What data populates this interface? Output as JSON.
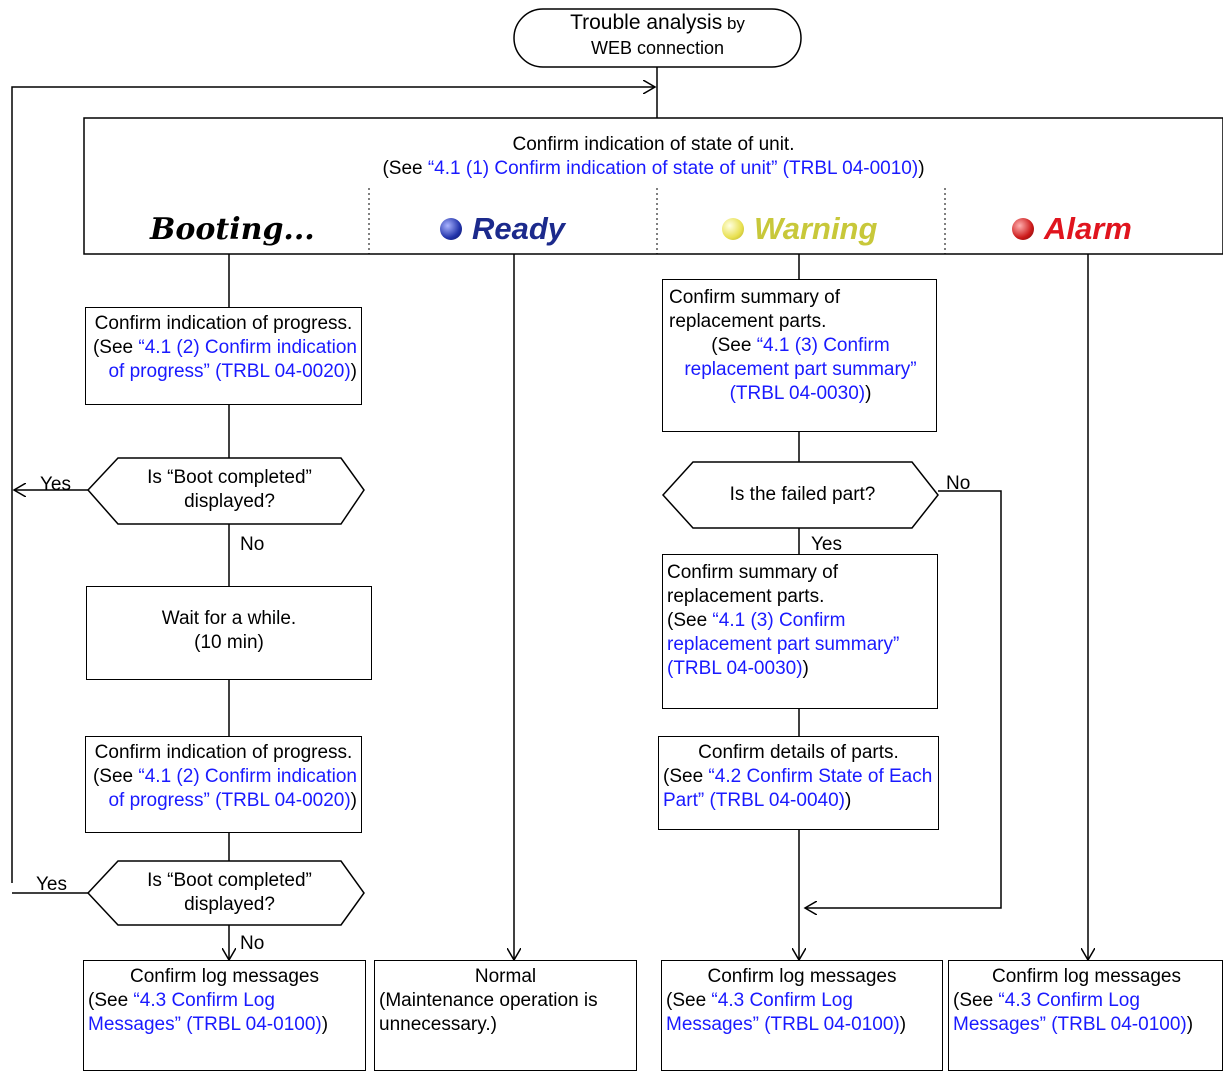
{
  "start": {
    "line1a": "Trouble analysis",
    "line1b": " by",
    "line2": "WEB connection"
  },
  "top": {
    "title": "Confirm indication of state of unit.",
    "see_pre": "(See ",
    "see_link": "“4.1 (1)  Confirm indication of state of unit” (TRBL 04-0010)",
    "see_post": ")"
  },
  "states": {
    "booting": "Booting...",
    "ready": "Ready",
    "warning": "Warning",
    "alarm": "Alarm"
  },
  "colors": {
    "link": "#1a1aff",
    "ready_text": "#1c2a8c",
    "warning_text": "#c8c83a",
    "alarm_text": "#e0141e",
    "ready_dot": "#2233aa",
    "warning_dot": "#e8e050",
    "alarm_dot": "#cc1a1a"
  },
  "booting": {
    "progress1": {
      "l1": "Confirm indication of progress.",
      "pre": "(See ",
      "link": "“4.1 (2)  Confirm indication of progress” (TRBL 04-0020)",
      "post": ")"
    },
    "decision1": {
      "l1": "Is “Boot completed”",
      "l2": "displayed?",
      "yes": "Yes",
      "no": "No"
    },
    "wait": {
      "l1": "Wait for a while.",
      "l2": "(10 min)"
    },
    "progress2": {
      "l1": "Confirm indication of progress.",
      "pre": "(See ",
      "link": "“4.1 (2)  Confirm indication of progress” (TRBL 04-0020)",
      "post": ")"
    },
    "decision2": {
      "l1": "Is “Boot completed”",
      "l2": "displayed?",
      "yes": "Yes",
      "no": "No"
    }
  },
  "warning": {
    "summary1": {
      "l1": "Confirm summary of",
      "l2": "replacement parts.",
      "pre": "(See ",
      "link": "“4.1 (3)  Confirm replacement part summary” (TRBL 04-0030)",
      "post": ")"
    },
    "decision": {
      "text": "Is the failed part?",
      "yes": "Yes",
      "no": "No"
    },
    "summary2": {
      "l1": "Confirm summary of",
      "l2": "replacement parts.",
      "pre": "(See ",
      "link": "“4.1 (3)  Confirm replacement part summary” (TRBL 04-0030)",
      "post": ")"
    },
    "details": {
      "l1": "Confirm details of parts.",
      "pre": "(See ",
      "link": "“4.2  Confirm State of Each Part” (TRBL 04-0040)",
      "post": ")"
    }
  },
  "bottom": {
    "log": {
      "title": "Confirm log messages",
      "pre": "(See ",
      "link": "“4.3  Confirm Log Messages” (TRBL 04-0100)",
      "post": ")"
    },
    "normal": {
      "title": "Normal",
      "l2": "(Maintenance operation is unnecessary.)"
    }
  }
}
